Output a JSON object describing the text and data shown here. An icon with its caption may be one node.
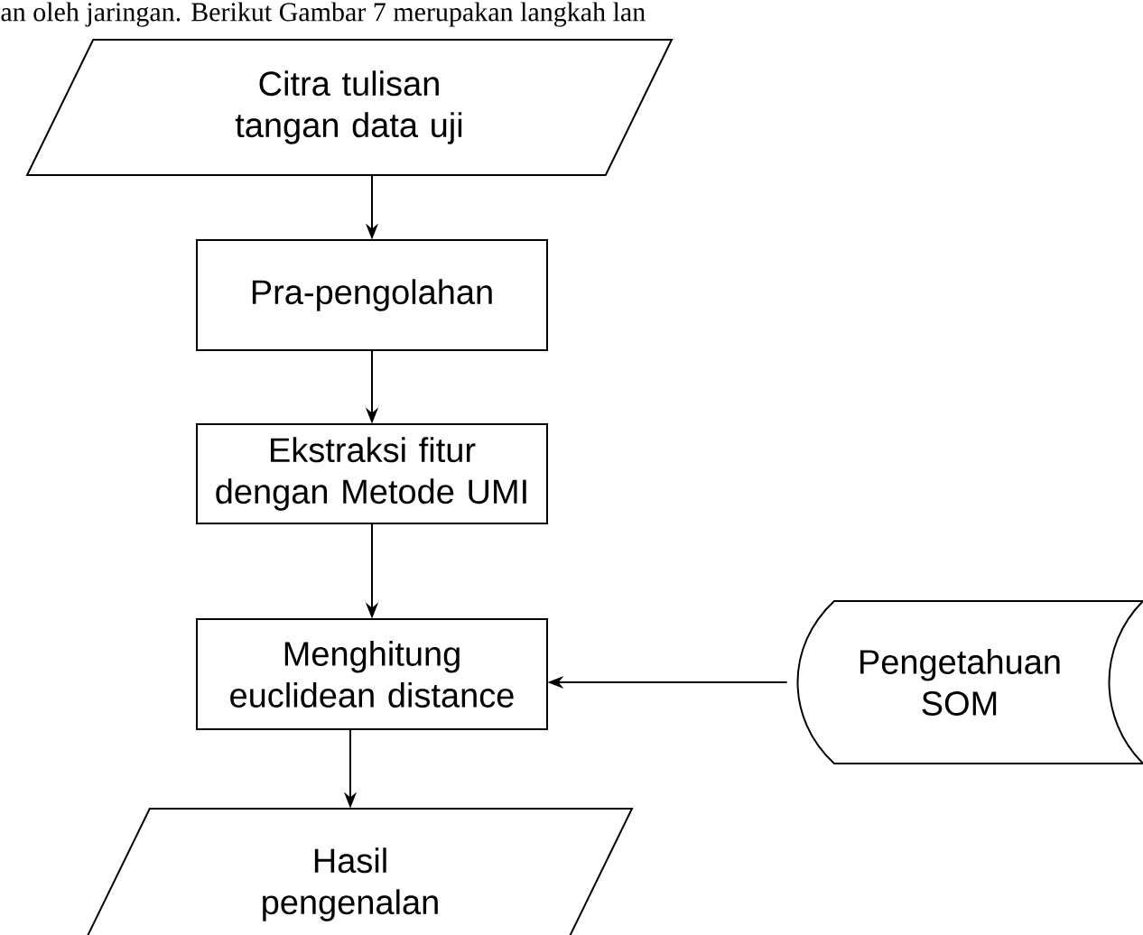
{
  "diagram": {
    "nodes": [
      {
        "text": [
          "Citra tulisan tangan data uji"
        ]
      },
      {
        "text": [
          "Pra-pengolahan"
        ]
      },
      {
        "text": [
          "Ekstraksi fitur dengan Metode UMI"
        ]
      },
      {
        "text": [
          "Menghitung euclidean distance"
        ]
      },
      {
        "text": [
          "Pengetahuan SOM"
        ]
      },
      {
        "text": [
          "Hasil pengenalan"
        ]
      }
    ],
    "edges": [
      {
        "from": 0,
        "to": 1,
        "arrow": "to"
      },
      {
        "from": 1,
        "to": 2,
        "arrow": "to"
      },
      {
        "from": 2,
        "to": 3,
        "arrow": "to"
      },
      {
        "from": 4,
        "to": 3,
        "arrow": "to"
      },
      {
        "from": 3,
        "to": 5,
        "arrow": "to"
      }
    ],
    "labels": [
      "an oleh jaringan. Berikut Gambar 7 merupakan langkah lan"
    ]
  }
}
